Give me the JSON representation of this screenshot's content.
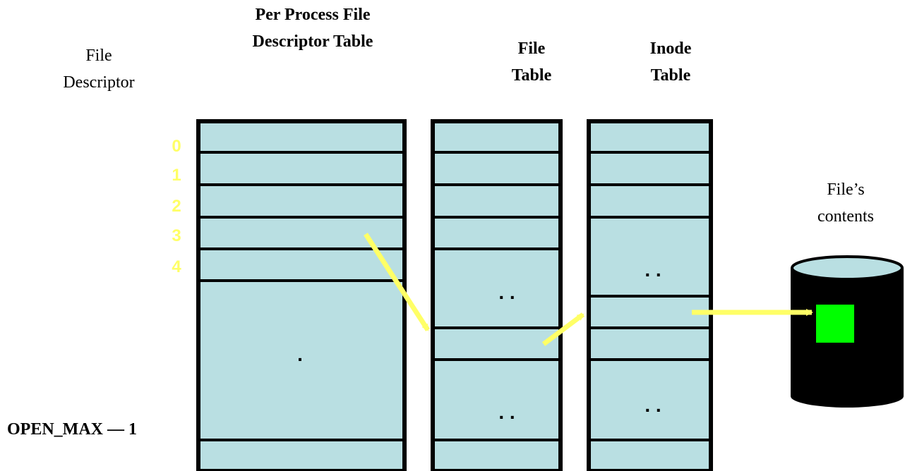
{
  "headers": {
    "file_descriptor_line1": "File",
    "file_descriptor_line2": "Descriptor",
    "per_process_line1": "Per Process File",
    "per_process_line2": "Descriptor Table",
    "file_table_line1": "File",
    "file_table_line2": "Table",
    "inode_table_line1": "Inode",
    "inode_table_line2": "Table",
    "files_contents_line1": "File’s",
    "files_contents_line2": "contents"
  },
  "fd_numbers": [
    "0",
    "1",
    "2",
    "3",
    "4"
  ],
  "open_max_label": "OPEN_MAX — 1",
  "ellipses": {
    "per_process_mid": ".",
    "file_table_upper": ". .",
    "file_table_lower": ". .",
    "inode_table_upper": ". .",
    "inode_table_lower": ". ."
  },
  "colors": {
    "table_fill": "#b9dfe2",
    "table_stroke": "#000000",
    "fd_number": "#ffff66",
    "arrow": "#ffff66",
    "disk": "#000000",
    "disk_top": "#b9dfe2",
    "content_block": "#00ff00"
  }
}
